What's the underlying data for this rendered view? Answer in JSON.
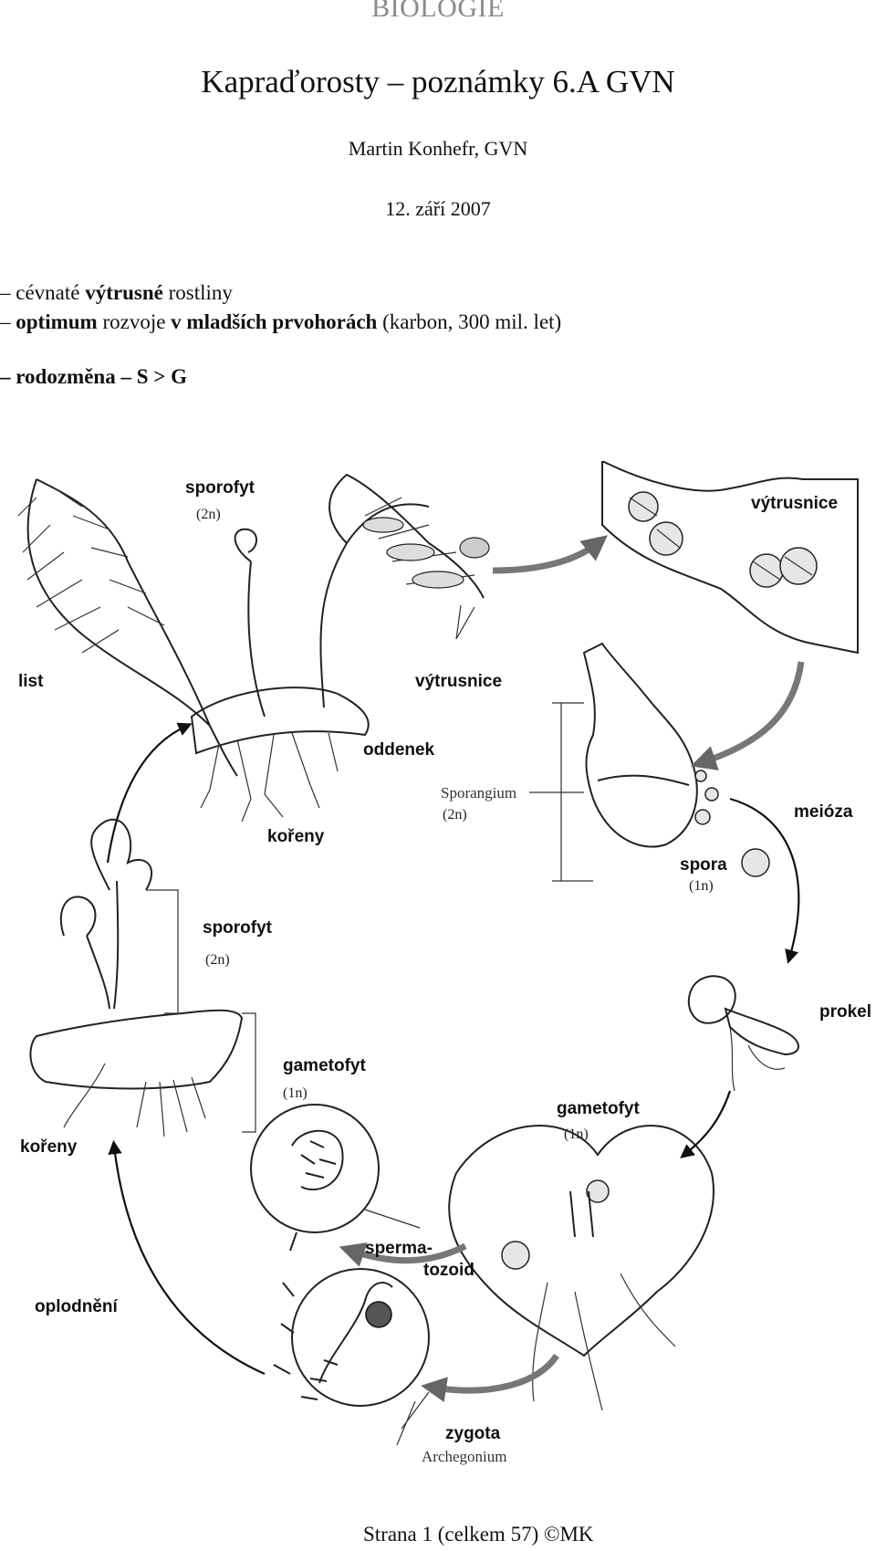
{
  "header": {
    "subject": "BIOLOGIE",
    "title": "Kapraďorosty – poznámky 6.A GVN",
    "author": "Martin Konhefr, GVN",
    "date": "12. září 2007"
  },
  "notes": {
    "line1": {
      "a": "– cévnaté ",
      "b": "výtrusné",
      "c": " rostliny"
    },
    "line2": {
      "a": "– ",
      "b": "optimum",
      "c": " rozvoje ",
      "d": "v mladších prvohorách",
      "e": " (karbon, 300 mil. let)"
    },
    "line3": {
      "b": "– rodozměna – S > G"
    }
  },
  "diagram": {
    "labels": {
      "sporofyt_top": "sporofyt",
      "sporofyt_top_ploidy": "(2n)",
      "vytrusnice_top": "výtrusnice",
      "list": "list",
      "vytrusnice_mid": "výtrusnice",
      "oddenek": "oddenek",
      "sporangium": "Sporangium",
      "sporangium_ploidy": "(2n)",
      "meioza": "meióza",
      "koreny_top": "kořeny",
      "spora": "spora",
      "spora_ploidy": "(1n)",
      "sporofyt_young": "sporofyt",
      "sporofyt_young_ploidy": "(2n)",
      "prokel": "prokel",
      "gametofyt_left": "gametofyt",
      "gametofyt_left_ploidy": "(1n)",
      "gametofyt_right": "gametofyt",
      "gametofyt_right_ploidy": "(1n)",
      "koreny_bottom": "kořeny",
      "sperma": "sperma-",
      "tozoid": "tozoid",
      "oplodneni": "oplodnění",
      "zygota": "zygota",
      "archegonium": "Archegonium"
    }
  },
  "footer": "Strana 1 (celkem 57) ©MK"
}
